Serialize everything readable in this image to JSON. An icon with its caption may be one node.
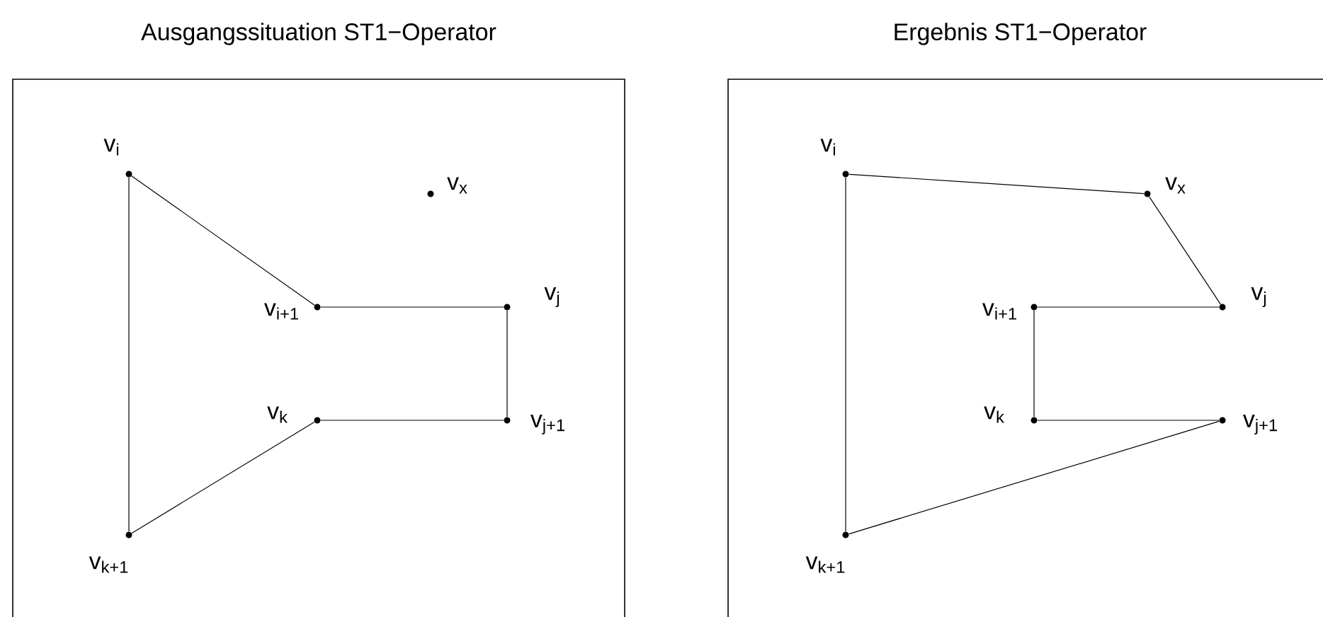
{
  "diagram": {
    "nodes": [
      {
        "text": [
          "Ausgangssituation ST1−Operator"
        ]
      },
      {
        "text": [],
        "shape": "circle",
        "beside": [
          "v$_{i}$"
        ],
        "in": 0
      },
      {
        "text": [],
        "shape": "circle",
        "beside": [
          "v$_{x}$"
        ],
        "in": 0
      },
      {
        "text": [],
        "shape": "circle",
        "beside": [
          "v$_{i+1}$"
        ],
        "in": 0
      },
      {
        "text": [],
        "shape": "circle",
        "beside": [
          "v$_{j}$"
        ],
        "in": 0
      },
      {
        "text": [],
        "shape": "circle",
        "beside": [
          "v$_{k}$"
        ],
        "in": 0
      },
      {
        "text": [],
        "shape": "circle",
        "beside": [
          "v$_{j+1}$"
        ],
        "in": 0
      },
      {
        "text": [],
        "shape": "circle",
        "beside": [
          "v$_{k+1}$"
        ],
        "in": 0
      },
      {
        "text": [
          "Ergebnis ST1−Operator"
        ]
      },
      {
        "text": [],
        "shape": "circle",
        "beside": [
          "v$_{i}$"
        ],
        "in": 8
      },
      {
        "text": [],
        "shape": "circle",
        "beside": [
          "v$_{x}$"
        ],
        "in": 8
      },
      {
        "text": [],
        "shape": "circle",
        "beside": [
          "v$_{i+1}$"
        ],
        "in": 8
      },
      {
        "text": [],
        "shape": "circle",
        "beside": [
          "v$_{j}$"
        ],
        "in": 8
      },
      {
        "text": [],
        "shape": "circle",
        "beside": [
          "v$_{k}$"
        ],
        "in": 8
      },
      {
        "text": [],
        "shape": "circle",
        "beside": [
          "v$_{j+1}$"
        ],
        "in": 8
      },
      {
        "text": [],
        "shape": "circle",
        "beside": [
          "v$_{k+1}$"
        ],
        "in": 8
      }
    ],
    "edges": [
      {
        "from": 1,
        "to": 3,
        "arrow": "none"
      },
      {
        "from": 3,
        "to": 4,
        "arrow": "none"
      },
      {
        "from": 4,
        "to": 6,
        "arrow": "none"
      },
      {
        "from": 6,
        "to": 5,
        "arrow": "none"
      },
      {
        "from": 5,
        "to": 7,
        "arrow": "none"
      },
      {
        "from": 7,
        "to": 1,
        "arrow": "none"
      },
      {
        "from": 9,
        "to": 10,
        "arrow": "none"
      },
      {
        "from": 10,
        "to": 12,
        "arrow": "none"
      },
      {
        "from": 12,
        "to": 11,
        "arrow": "none"
      },
      {
        "from": 11,
        "to": 13,
        "arrow": "none"
      },
      {
        "from": 13,
        "to": 14,
        "arrow": "none"
      },
      {
        "from": 14,
        "to": 15,
        "arrow": "none"
      },
      {
        "from": 15,
        "to": 9,
        "arrow": "none"
      }
    ]
  }
}
